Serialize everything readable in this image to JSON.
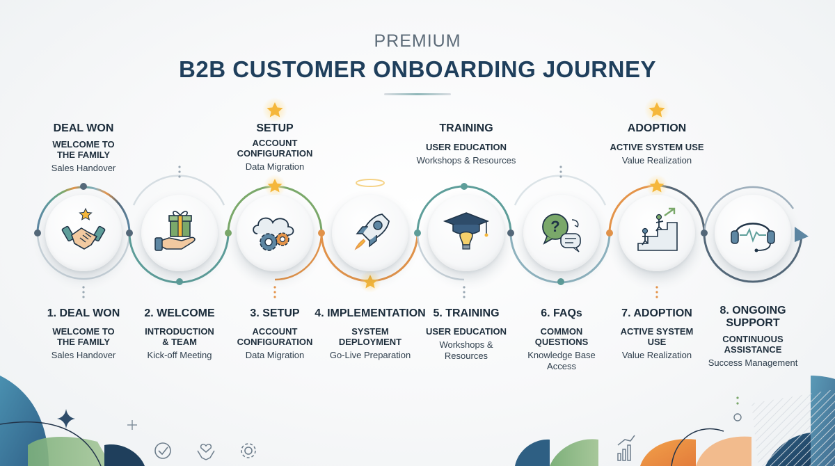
{
  "header": {
    "eyebrow": "PREMIUM",
    "title": "B2B CUSTOMER ONBOARDING JOURNEY"
  },
  "top_labels": [
    {
      "title": "DEAL WON",
      "sub": "WELCOME TO THE FAMILY",
      "desc": "Sales Handover"
    },
    {
      "title": "SETUP",
      "sub": "ACCOUNT CONFIGURATION",
      "desc": "Data Migration"
    },
    {
      "title": "TRAINING",
      "sub": "USER EDUCATION",
      "desc": "Workshops & Resources"
    },
    {
      "title": "ADOPTION",
      "sub": "ACTIVE SYSTEM USE",
      "desc": "Value Realization"
    }
  ],
  "steps": [
    {
      "title": "1. DEAL WON",
      "sub": "WELCOME TO THE FAMILY",
      "desc": "Sales Handover",
      "icon": "handshake-icon"
    },
    {
      "title": "2. WELCOME",
      "sub": "INTRODUCTION & TEAM",
      "desc": "Kick-off Meeting",
      "icon": "gift-hand-icon"
    },
    {
      "title": "3. SETUP",
      "sub": "ACCOUNT CONFIGURATION",
      "desc": "Data Migration",
      "icon": "cloud-gears-icon"
    },
    {
      "title": "4. IMPLEMENTATION",
      "sub": "SYSTEM DEPLOYMENT",
      "desc": "Go-Live Preparation",
      "icon": "rocket-icon"
    },
    {
      "title": "5. TRAINING",
      "sub": "USER EDUCATION",
      "desc": "Workshops & Resources",
      "icon": "graduation-bulb-icon"
    },
    {
      "title": "6. FAQs",
      "sub": "COMMON QUESTIONS",
      "desc": "Knowledge Base Access",
      "icon": "question-chat-icon"
    },
    {
      "title": "7. ADOPTION",
      "sub": "ACTIVE SYSTEM USE",
      "desc": "Value Realization",
      "icon": "stairs-growth-icon"
    },
    {
      "title": "8. ONGOING SUPPORT",
      "sub": "CONTINUOUS ASSISTANCE",
      "desc": "Success Management",
      "icon": "headset-icon"
    }
  ],
  "colors": {
    "navy": "#1f3f5c",
    "teal": "#5e9e9a",
    "green": "#7aa86a",
    "orange": "#e4944a",
    "star": "#f5b73b",
    "slate": "#55697a"
  },
  "footer_icons": [
    "sparkle-icon",
    "plus-icon",
    "check-circle-icon",
    "hands-heart-icon",
    "gear-icon",
    "bar-chart-icon"
  ]
}
